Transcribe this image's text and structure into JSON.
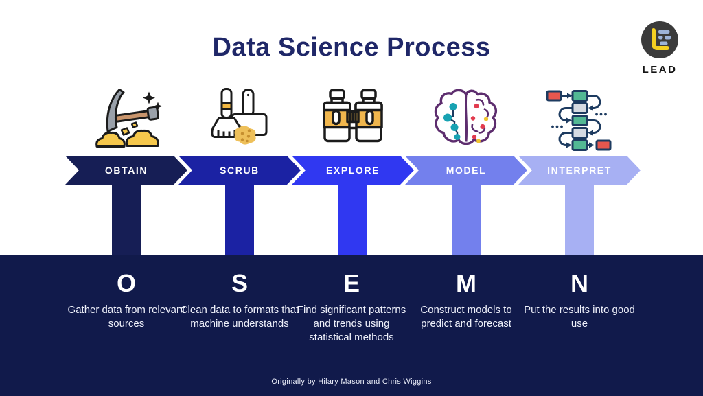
{
  "title": "Data Science Process",
  "logo": {
    "text": "LEAD",
    "circle_color": "#3b3b3b",
    "l_color": "#f5d021",
    "bars_color": "#9db3d8"
  },
  "steps": [
    {
      "label": "OBTAIN",
      "letter": "O",
      "description": "Gather data from relevant sources",
      "color": "#161e55",
      "icon": "pickaxe-icon"
    },
    {
      "label": "SCRUB",
      "letter": "S",
      "description": "Clean data to formats that machine understands",
      "color": "#1b22a3",
      "icon": "cleaning-brush-icon"
    },
    {
      "label": "EXPLORE",
      "letter": "E",
      "description": "Find significant patterns and trends using statistical methods",
      "color": "#3038f1",
      "icon": "binoculars-icon"
    },
    {
      "label": "MODEL",
      "letter": "M",
      "description": "Construct models to predict and forecast",
      "color": "#7380ed",
      "icon": "brain-network-icon"
    },
    {
      "label": "INTERPRET",
      "letter": "N",
      "description": "Put the results into good use",
      "color": "#a7b0f3",
      "icon": "flowchart-icon"
    }
  ],
  "footer": "Originally by Hilary Mason and Chris Wiggins",
  "colors": {
    "band": "#111a4b",
    "title": "#1f2768",
    "chevron_label": "#ffffff"
  }
}
